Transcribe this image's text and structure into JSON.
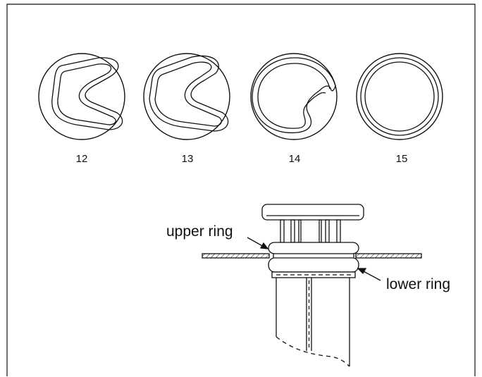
{
  "figures": [
    {
      "number": "12"
    },
    {
      "number": "13"
    },
    {
      "number": "14"
    },
    {
      "number": "15"
    }
  ],
  "callouts": {
    "upper_ring": "upper ring",
    "lower_ring": "lower ring"
  }
}
